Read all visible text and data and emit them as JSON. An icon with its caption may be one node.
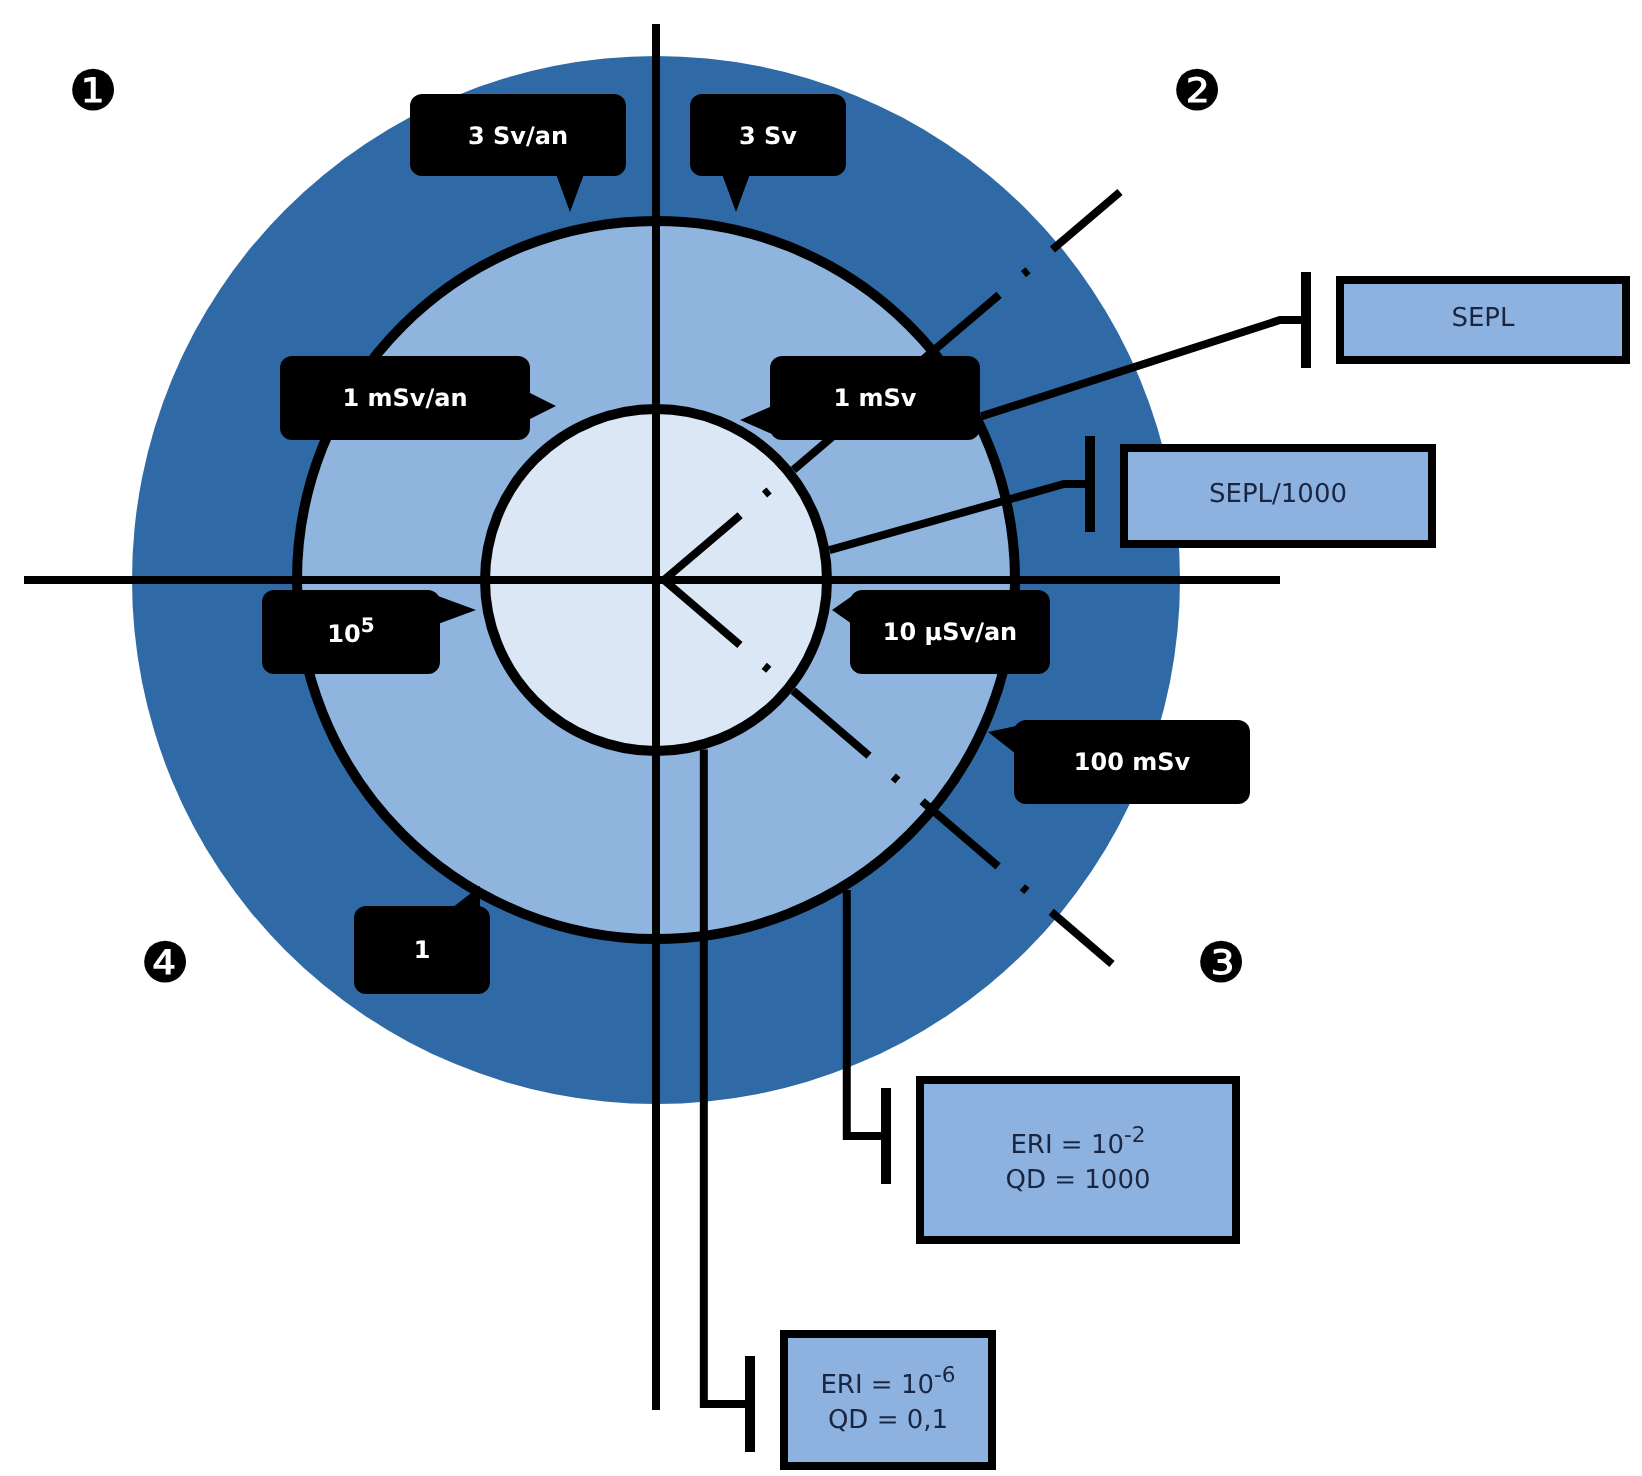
{
  "diagram": {
    "nodes": [
      {
        "text": [],
        "shape": "circle"
      },
      {
        "text": [],
        "shape": "circle",
        "in": 0
      },
      {
        "text": [],
        "shape": "circle",
        "in": 1
      },
      {
        "text": [
          "3 Sv/an"
        ],
        "in": 0
      },
      {
        "text": [
          "3 Sv"
        ],
        "in": 0
      },
      {
        "text": [
          "1 mSv/an"
        ],
        "in": 1
      },
      {
        "text": [
          "1 mSv"
        ],
        "in": 1
      },
      {
        "text": [
          "10$^{5}$"
        ],
        "in": 1
      },
      {
        "text": [
          "10 µSv/an"
        ],
        "in": 1
      },
      {
        "text": [
          "100 mSv"
        ]
      },
      {
        "text": [
          "1"
        ],
        "in": 0
      },
      {
        "text": [
          "SEPL"
        ]
      },
      {
        "text": [
          "SEPL/1000"
        ]
      },
      {
        "text": [
          "ERI = 10$^{-2}$",
          "QD = 1000"
        ]
      },
      {
        "text": [
          "ERI = 10$^{-6}$",
          "QD = 0,1"
        ]
      }
    ],
    "edges": [
      {
        "from": 1,
        "to": 11,
        "arrow": "other"
      },
      {
        "from": 2,
        "to": 12,
        "arrow": "other"
      },
      {
        "from": 1,
        "to": 13,
        "arrow": "other"
      },
      {
        "from": 2,
        "to": 14,
        "arrow": "other"
      }
    ],
    "labels": [
      "❶",
      "❷",
      "❹",
      "❸"
    ]
  }
}
